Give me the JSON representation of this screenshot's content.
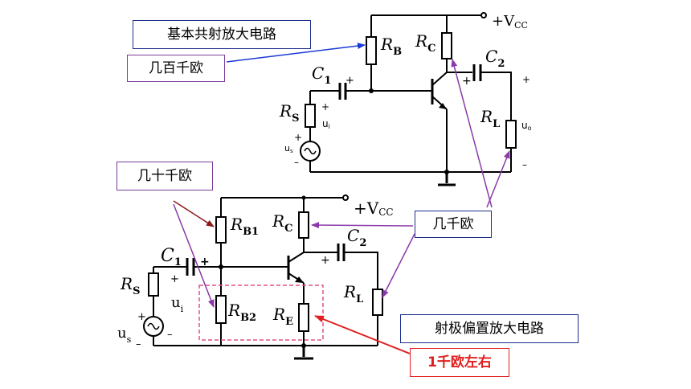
{
  "callouts": {
    "basic_title": "基本共射放大电路",
    "hundreds_kohm": "几百千欧",
    "tens_kohm": "几十千欧",
    "kohm": "几千欧",
    "emitter_bias_title": "射极偏置放大电路",
    "one_kohm": "1千欧左右"
  },
  "top_circuit": {
    "vcc": "+V",
    "vcc_sub": "CC",
    "rb": "R",
    "rb_sub": "B",
    "rc": "R",
    "rc_sub": "C",
    "c1": "C",
    "c1_sub": "1",
    "c2": "C",
    "c2_sub": "2",
    "rs": "R",
    "rs_sub": "S",
    "rl": "R",
    "rl_sub": "L",
    "ui": "u",
    "ui_sub": "i",
    "uo": "u",
    "uo_sub": "o",
    "us": "u",
    "us_sub": "s",
    "plus": "+",
    "minus": "–"
  },
  "bottom_circuit": {
    "vcc": "+V",
    "vcc_sub": "CC",
    "rb1": "R",
    "rb1_sub": "B1",
    "rb2": "R",
    "rb2_sub": "B2",
    "rc": "R",
    "rc_sub": "C",
    "re": "R",
    "re_sub": "E",
    "c1": "C",
    "c1_sub": "1",
    "c2": "C",
    "c2_sub": "2",
    "rs": "R",
    "rs_sub": "S",
    "rl": "R",
    "rl_sub": "L",
    "ui": "u",
    "ui_sub": "i",
    "us": "u",
    "us_sub": "s",
    "plus": "+",
    "minus": "–"
  },
  "colors": {
    "title_border": "#1c2f8c",
    "note_border": "#7a3d99",
    "arrow_blue": "#1a3ad6",
    "arrow_purple": "#8a3aa8",
    "arrow_dark_red": "#8b1a1a",
    "arrow_red": "#e02020",
    "dashed_box": "#e0508a"
  }
}
